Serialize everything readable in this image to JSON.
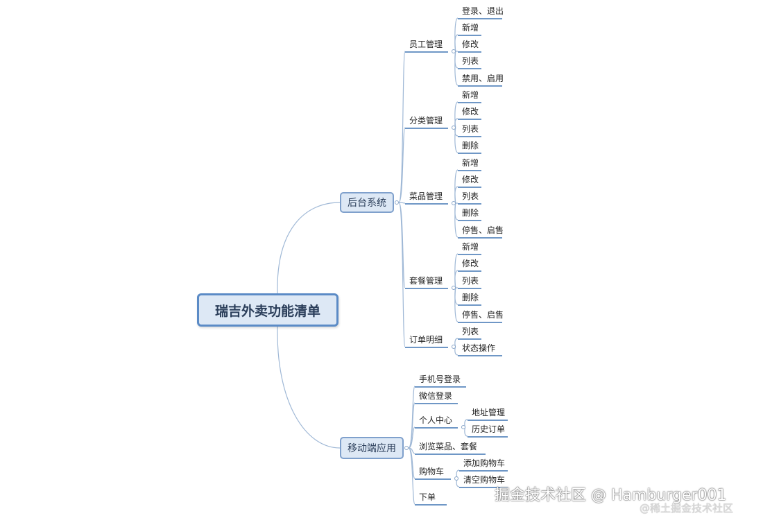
{
  "root": "瑞吉外卖功能清单",
  "branches": [
    {
      "label": "后台系统",
      "children": [
        {
          "label": "员工管理",
          "children": [
            "登录、退出",
            "新增",
            "修改",
            "列表",
            "禁用、启用"
          ]
        },
        {
          "label": "分类管理",
          "children": [
            "新增",
            "修改",
            "列表",
            "删除"
          ]
        },
        {
          "label": "菜品管理",
          "children": [
            "新增",
            "修改",
            "列表",
            "删除",
            "停售、启售"
          ]
        },
        {
          "label": "套餐管理",
          "children": [
            "新增",
            "修改",
            "列表",
            "删除",
            "停售、启售"
          ]
        },
        {
          "label": "订单明细",
          "children": [
            "列表",
            "状态操作"
          ]
        }
      ]
    },
    {
      "label": "移动端应用",
      "children": [
        {
          "label": "手机号登录",
          "children": []
        },
        {
          "label": "微信登录",
          "children": []
        },
        {
          "label": "个人中心",
          "children": [
            "地址管理",
            "历史订单"
          ]
        },
        {
          "label": "浏览菜品、套餐",
          "children": []
        },
        {
          "label": "购物车",
          "children": [
            "添加购物车",
            "清空购物车"
          ]
        },
        {
          "label": "下单",
          "children": []
        }
      ]
    }
  ],
  "watermark": "掘金技术社区 @ Hamburger001",
  "watermark_small": "@稀土掘金技术社区"
}
